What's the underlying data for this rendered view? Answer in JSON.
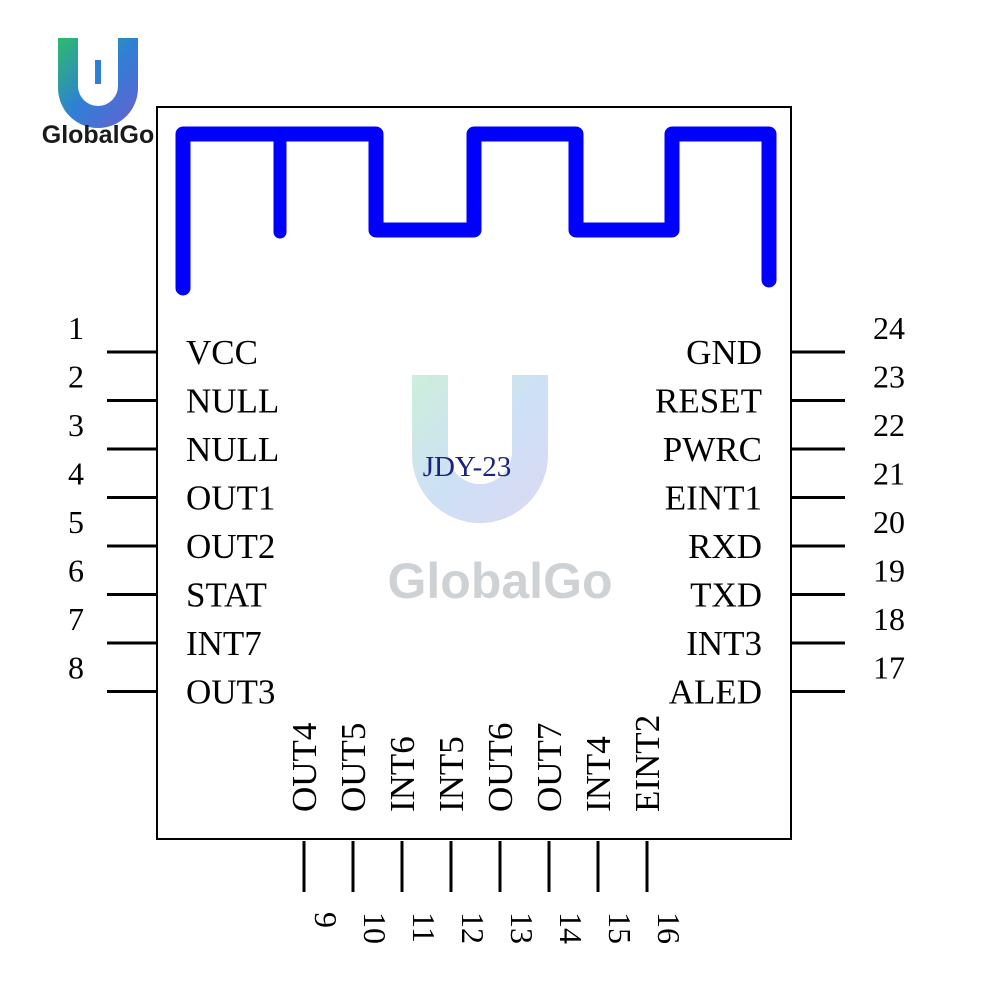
{
  "brand": {
    "name": "GlobalGo",
    "colors": {
      "logo_blue": "#2f7fd6",
      "logo_green": "#2dbb6a",
      "logo_purple": "#6a5fd0",
      "watermark": "#bfc4c9"
    }
  },
  "module": {
    "name": "JDY-23",
    "antenna_color": "#0000ff",
    "outline_color": "#000000",
    "left_pins": [
      {
        "number": "1",
        "label": "VCC"
      },
      {
        "number": "2",
        "label": "NULL"
      },
      {
        "number": "3",
        "label": "NULL"
      },
      {
        "number": "4",
        "label": "OUT1"
      },
      {
        "number": "5",
        "label": "OUT2"
      },
      {
        "number": "6",
        "label": "STAT"
      },
      {
        "number": "7",
        "label": "INT7"
      },
      {
        "number": "8",
        "label": "OUT3"
      }
    ],
    "bottom_pins": [
      {
        "number": "9",
        "label": "OUT4"
      },
      {
        "number": "10",
        "label": "OUT5"
      },
      {
        "number": "11",
        "label": "INT6"
      },
      {
        "number": "12",
        "label": "INT5"
      },
      {
        "number": "13",
        "label": "OUT6"
      },
      {
        "number": "14",
        "label": "OUT7"
      },
      {
        "number": "15",
        "label": "INT4"
      },
      {
        "number": "16",
        "label": "EINT2"
      }
    ],
    "right_pins": [
      {
        "number": "24",
        "label": "GND"
      },
      {
        "number": "23",
        "label": "RESET"
      },
      {
        "number": "22",
        "label": "PWRC"
      },
      {
        "number": "21",
        "label": "EINT1"
      },
      {
        "number": "20",
        "label": "RXD"
      },
      {
        "number": "19",
        "label": "TXD"
      },
      {
        "number": "18",
        "label": "INT3"
      },
      {
        "number": "17",
        "label": "ALED"
      }
    ]
  }
}
